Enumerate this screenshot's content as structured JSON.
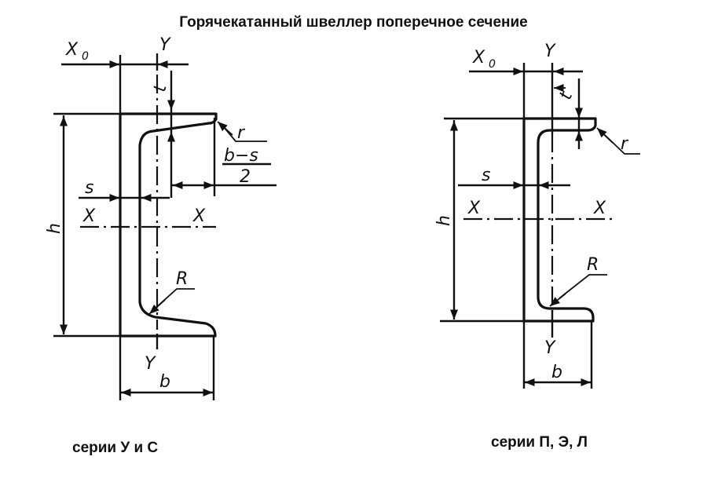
{
  "title": "Горячекатанный швеллер поперечное сечение",
  "diagrams": [
    {
      "id": "left",
      "caption": "серии У и С",
      "flange_type": "sloped inner flange",
      "labels": {
        "x0": "X",
        "x0_sub": "0",
        "y_top": "Y",
        "y_bottom": "Y",
        "t": "t",
        "r": "r",
        "b_minus_s": "b−s",
        "two": "2",
        "s": "s",
        "x_left": "X",
        "x_right": "X",
        "h": "h",
        "R": "R",
        "b": "b"
      }
    },
    {
      "id": "right",
      "caption": "серии П, Э, Л",
      "flange_type": "parallel inner flange",
      "labels": {
        "x0": "X",
        "x0_sub": "0",
        "y_top": "Y",
        "y_bottom": "Y",
        "t": "t",
        "r": "r",
        "s": "s",
        "x_left": "X",
        "x_right": "X",
        "h": "h",
        "R": "R",
        "b": "b"
      }
    }
  ]
}
